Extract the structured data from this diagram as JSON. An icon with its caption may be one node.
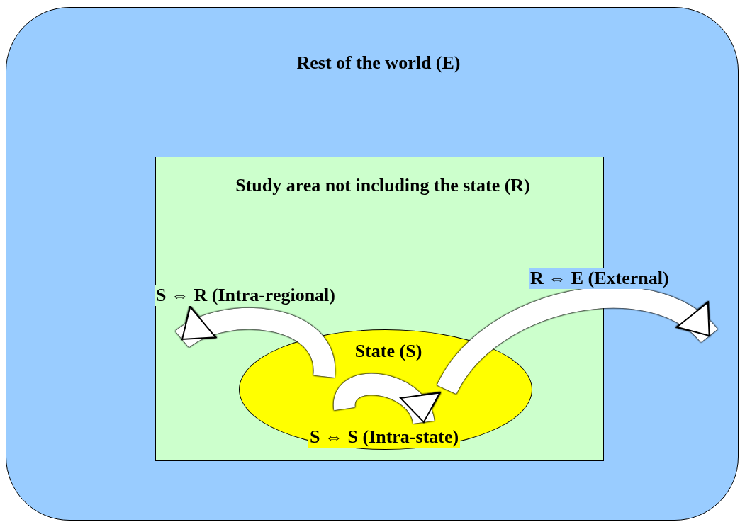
{
  "diagram": {
    "nodes": [
      {
        "text": [
          "Rest of the world (E)"
        ]
      },
      {
        "text": [
          "Study area not including the state (R)"
        ],
        "in": 0
      },
      {
        "text": [
          "State (S)"
        ],
        "in": 1
      }
    ],
    "edges": [
      {
        "from": 2,
        "to": 1,
        "arrow": "to",
        "label": "S ⇔ R (Intra-regional)"
      },
      {
        "from": 2,
        "to": 0,
        "arrow": "to",
        "label": "R ⇔ E (External)"
      },
      {
        "from": 2,
        "to": 2,
        "arrow": "to",
        "label": "S ⇔ S (Intra-state)"
      }
    ]
  }
}
